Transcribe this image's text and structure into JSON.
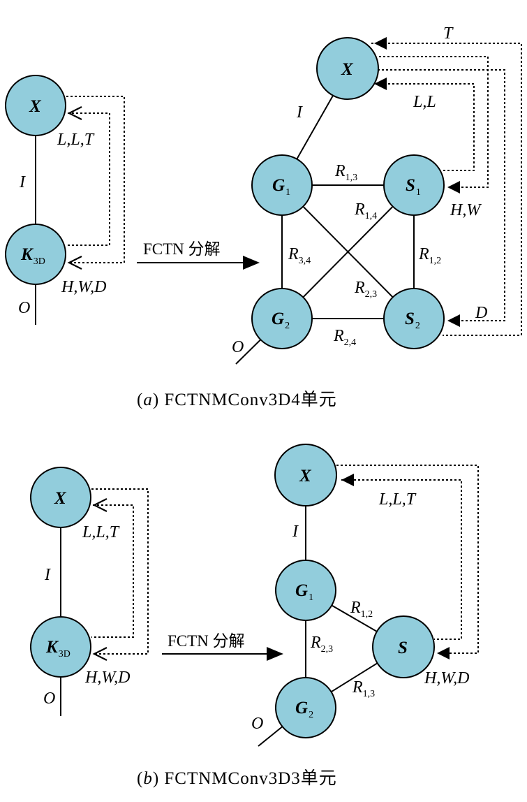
{
  "panel_a": {
    "left": {
      "node_x": "X",
      "node_k": "K",
      "node_k_sub": "3D",
      "edge_i": "I",
      "edge_o": "O",
      "label_llt": "L,L,T",
      "label_hwd": "H,W,D"
    },
    "arrow_label": "FCTN 分解",
    "right": {
      "node_x": "X",
      "node_g": "G",
      "node_s": "S",
      "sub_1": "1",
      "sub_2": "2",
      "edge_i": "I",
      "edge_o": "O",
      "r": "R",
      "r13": "1,3",
      "r14": "1,4",
      "r34": "3,4",
      "r12": "1,2",
      "r23": "2,3",
      "r24": "2,4",
      "label_t": "T",
      "label_ll": "L,L",
      "label_hw": "H,W",
      "label_d": "D"
    },
    "caption_letter": "a",
    "caption_text": "FCTNMConv3D4单元"
  },
  "panel_b": {
    "left": {
      "node_x": "X",
      "node_k": "K",
      "node_k_sub": "3D",
      "edge_i": "I",
      "edge_o": "O",
      "label_llt": "L,L,T",
      "label_hwd": "H,W,D"
    },
    "arrow_label": "FCTN 分解",
    "right": {
      "node_x": "X",
      "node_g": "G",
      "node_s": "S",
      "sub_1": "1",
      "sub_2": "2",
      "edge_i": "I",
      "edge_o": "O",
      "r": "R",
      "r12": "1,2",
      "r23": "2,3",
      "r13": "1,3",
      "label_llt": "L,L,T",
      "label_hwd": "H,W,D"
    },
    "caption_letter": "b",
    "caption_text": "FCTNMConv3D3单元"
  }
}
